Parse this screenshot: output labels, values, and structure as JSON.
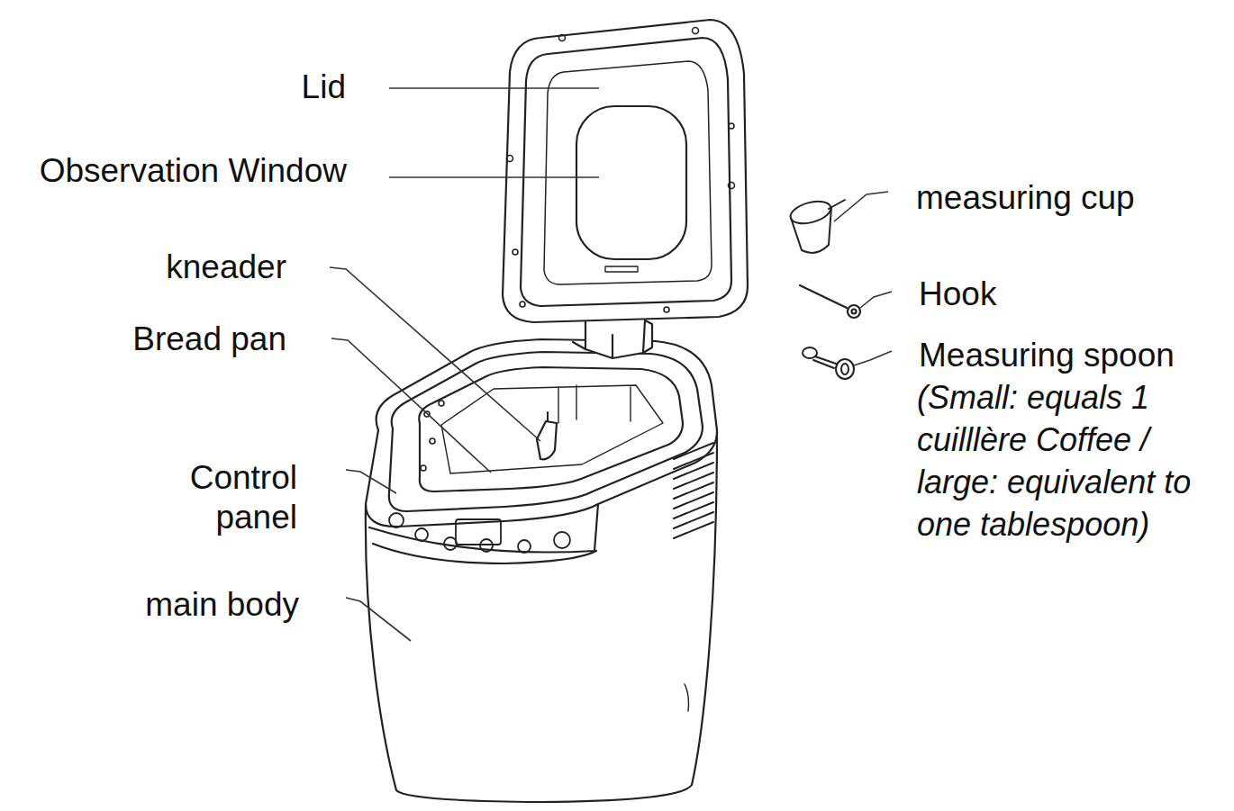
{
  "diagram": {
    "labels": [
      "Lid",
      "Observation Window",
      "kneader",
      "Bread pan",
      "Control panel",
      "main body",
      "measuring cup",
      "Hook",
      "Measuring spoon",
      "(Small: equals 1 cuilllère Coffee / large: equivalent to one tablespoon)"
    ]
  }
}
